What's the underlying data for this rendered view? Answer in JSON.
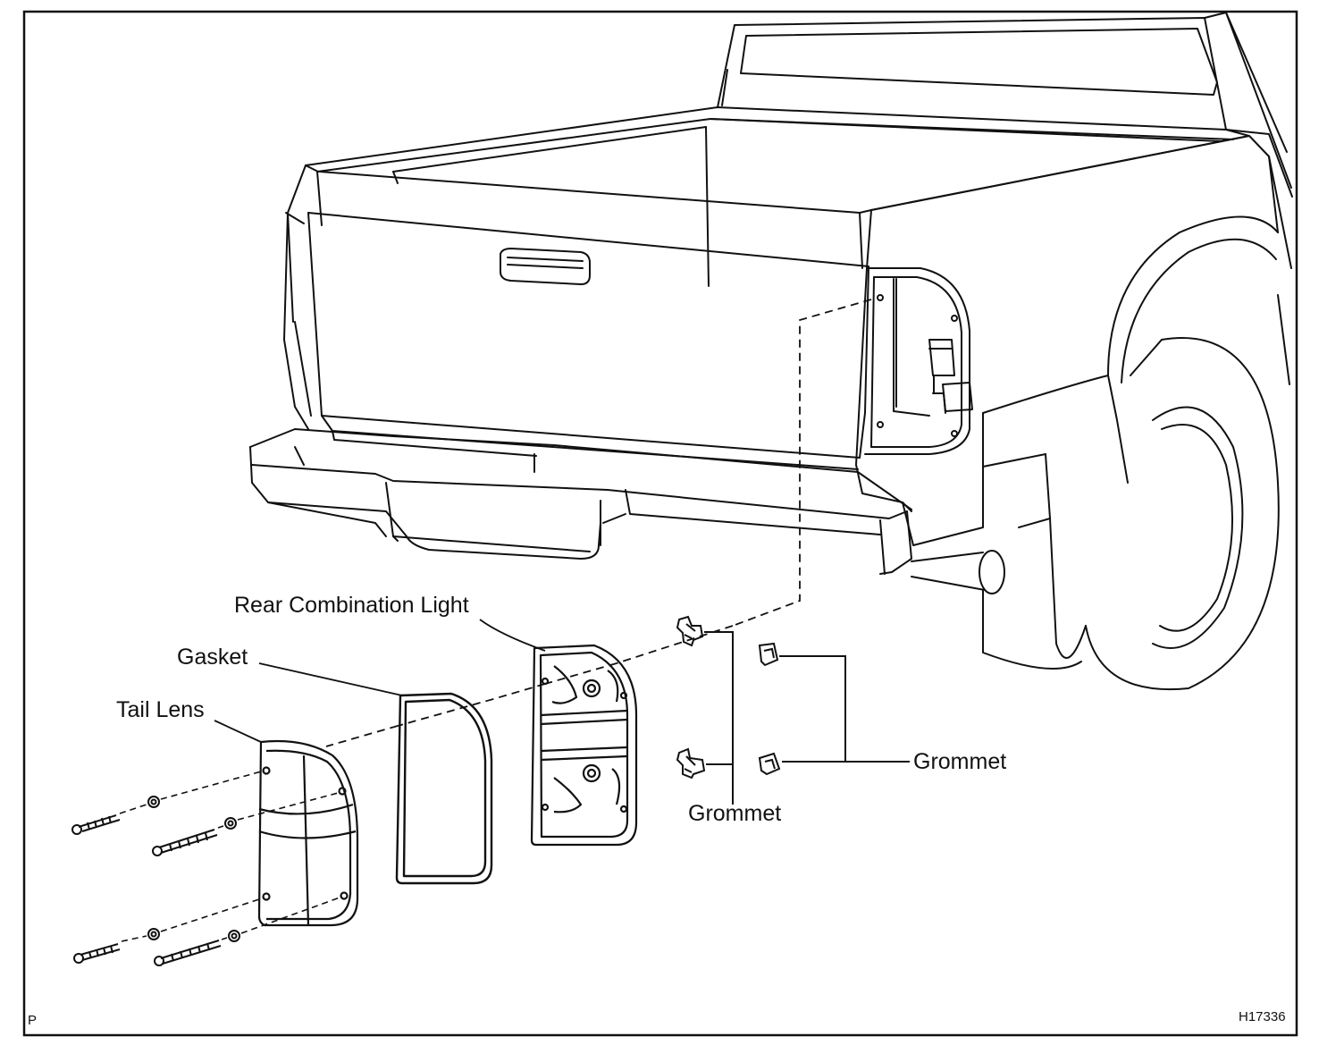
{
  "labels": {
    "rear_combination_light": "Rear Combination Light",
    "gasket": "Gasket",
    "tail_lens": "Tail Lens",
    "grommet_center": "Grommet",
    "grommet_right": "Grommet"
  },
  "codes": {
    "page_marker": "P",
    "figure_id": "H17336"
  },
  "colors": {
    "ink": "#111111",
    "paper": "#ffffff"
  }
}
